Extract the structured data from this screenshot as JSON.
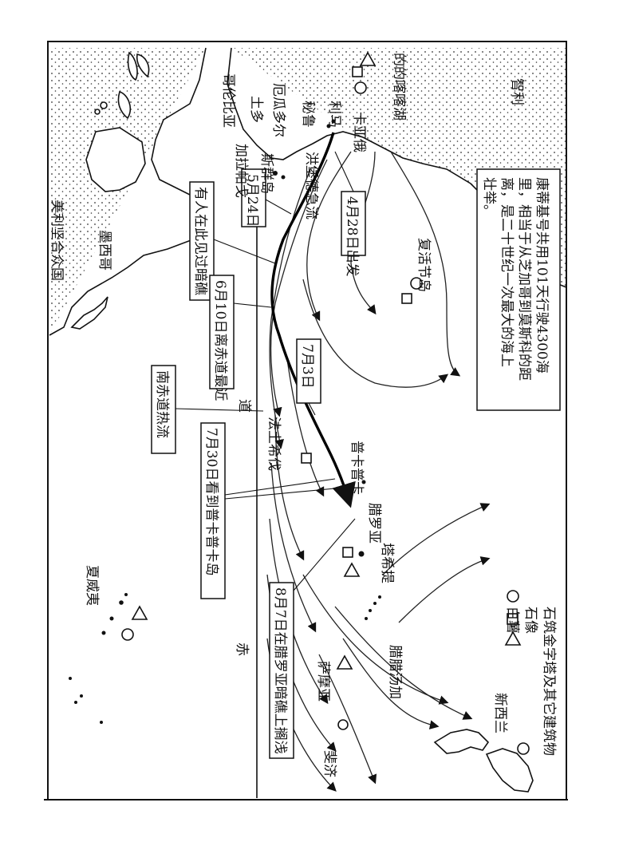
{
  "labels": {
    "usa": "美利坚合众国",
    "mexico": "墨西哥",
    "colombia": "哥伦比亚",
    "ecuador": "厄瓜多尔",
    "peru": "秘鲁",
    "lima": "利马",
    "callao": "卡亚俄",
    "tumbes": "土多",
    "galapagos_1": "加拉帕戈",
    "galapagos_2": "斯群岛",
    "humboldt": "洪堡德急流",
    "titicaca": "的的喀喀湖",
    "chile": "智利",
    "easter": "复活节岛",
    "equator_1": "赤",
    "equator_2": "道",
    "hawaii": "夏威夷",
    "fatu_hiva": "法土希伐",
    "puka_puka": "普卡普卡",
    "tuamotu": "腊罗亚",
    "tahiti": "塔希提",
    "tonga": "腊腊汤加",
    "samoa": "萨摩亚",
    "fiji": "斐济",
    "new_zealand": "新西兰"
  },
  "route_notes": {
    "depart": "4月28日出发",
    "may24": "5月24日",
    "reef_seen": "有人在此见过暗礁",
    "jun10": "6月10日离赤道最近",
    "jul3": "7月3日",
    "south_eq_current": "南赤道热流",
    "jul30": "7月30日看到普卡普卡岛",
    "aug7": "8月7日在腊罗亚暗礁上搁浅"
  },
  "summary": {
    "line1": "康蒂基号共用101天行驶4300海",
    "line2": "里，相当于从芝加哥到莫斯科的距",
    "line3": "离，是二十世纪一次最大的海上",
    "line4": "壮举。"
  },
  "legend": {
    "circle": "白薯",
    "square": "石像",
    "triangle": "石筑金字塔及其它建筑物"
  }
}
